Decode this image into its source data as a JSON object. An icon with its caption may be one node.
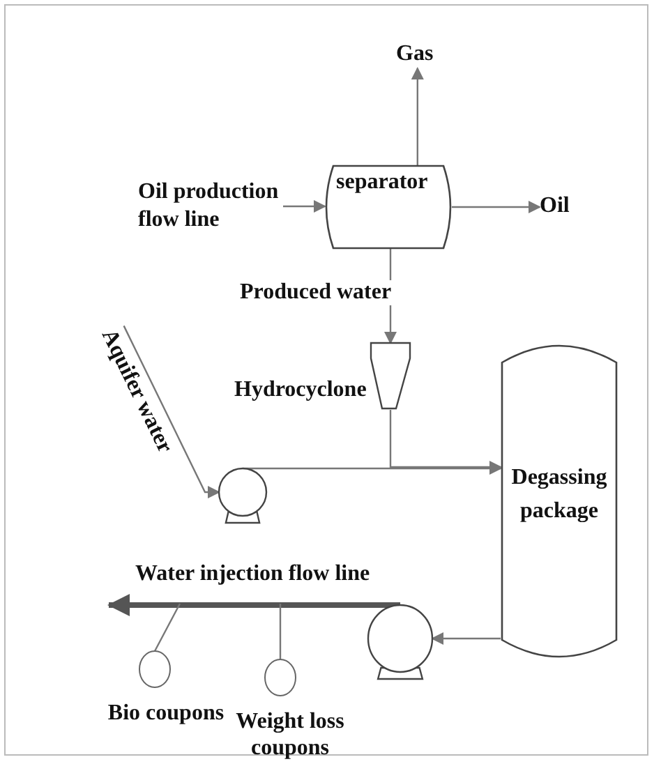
{
  "diagram": {
    "nodes": [
      {
        "text": [
          "Oil production flow line"
        ]
      },
      {
        "text": [
          "separator"
        ]
      },
      {
        "text": [
          "Gas"
        ]
      },
      {
        "text": [
          "Oil"
        ]
      },
      {
        "text": [
          "Hydrocyclone"
        ]
      },
      {
        "text": [
          "Aquifer water"
        ]
      },
      {
        "text": [],
        "shape": "pump"
      },
      {
        "text": [
          "Degassing package"
        ]
      },
      {
        "text": [],
        "shape": "pump"
      },
      {
        "text": [
          "Bio coupons"
        ]
      },
      {
        "text": [
          "Weight loss coupons"
        ]
      }
    ],
    "edges": [
      {
        "from": 0,
        "to": 1,
        "arrow": "to"
      },
      {
        "from": 1,
        "to": 2,
        "arrow": "to"
      },
      {
        "from": 1,
        "to": 3,
        "arrow": "to"
      },
      {
        "from": 1,
        "to": 4,
        "arrow": "to",
        "label": "Produced water"
      },
      {
        "from": 5,
        "to": 6,
        "arrow": "to"
      },
      {
        "from": 6,
        "to": 7,
        "arrow": "to"
      },
      {
        "from": 4,
        "to": 7,
        "arrow": "to"
      },
      {
        "from": 7,
        "to": 8,
        "arrow": "to"
      },
      {
        "from": 8,
        "to": null,
        "arrow": "to",
        "style": "thick",
        "label": "Water injection flow line"
      },
      {
        "from": null,
        "to": 9,
        "arrow": "none"
      },
      {
        "from": null,
        "to": 10,
        "arrow": "none"
      }
    ]
  }
}
